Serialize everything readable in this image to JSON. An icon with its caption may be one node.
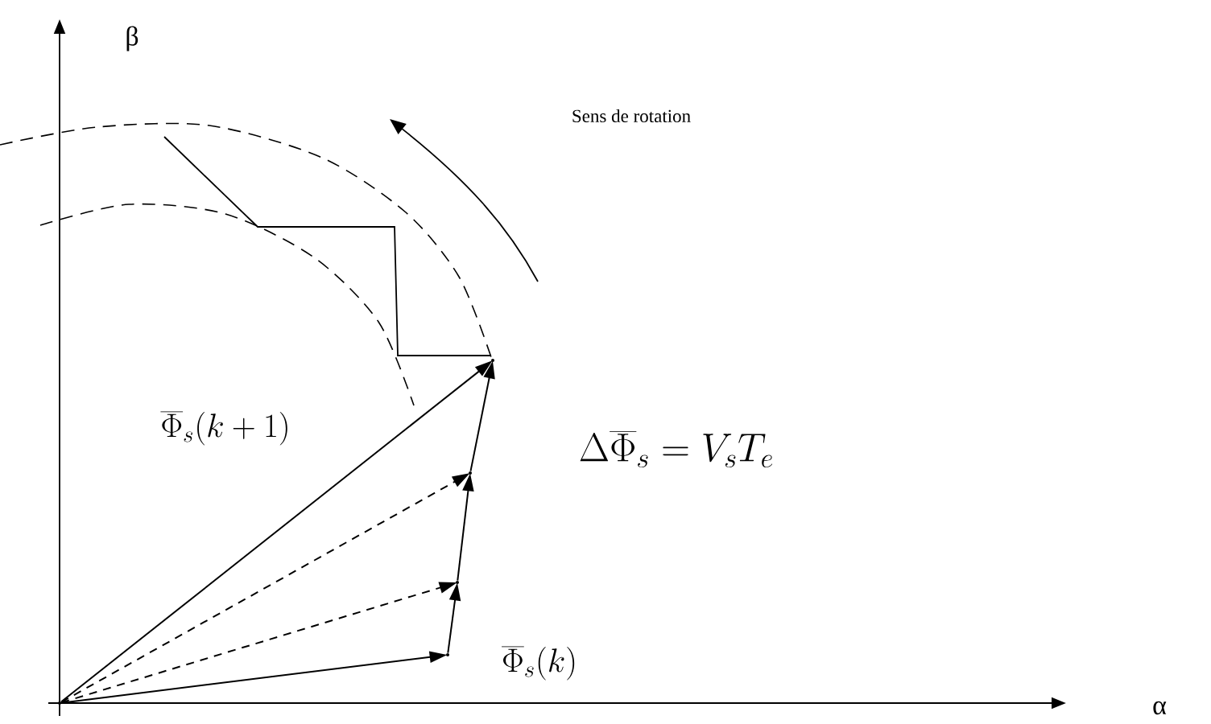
{
  "diagram": {
    "nodes": [
      {
        "text": [],
        "shape": "point"
      },
      {
        "text": [],
        "shape": "point"
      },
      {
        "text": [],
        "shape": "point"
      },
      {
        "text": [],
        "shape": "point"
      },
      {
        "text": [],
        "shape": "point"
      }
    ],
    "edges": [
      {
        "from": 0,
        "to": 1,
        "arrow": "to"
      },
      {
        "from": 0,
        "to": 2,
        "arrow": "to",
        "style": "dashed"
      },
      {
        "from": 0,
        "to": 3,
        "arrow": "to",
        "style": "dashed"
      },
      {
        "from": 0,
        "to": 4,
        "arrow": "to"
      },
      {
        "from": 1,
        "to": 2,
        "arrow": "to"
      },
      {
        "from": 2,
        "to": 3,
        "arrow": "to"
      },
      {
        "from": 3,
        "to": 4,
        "arrow": "to"
      }
    ],
    "labels": [
      "β",
      "Sens de rotation",
      "\\overline{\\Phi}_s(k+1)",
      "\\Delta\\overline{\\Phi}_s = V_s T_e",
      "\\overline{\\Phi}_s(k)",
      "α"
    ]
  }
}
